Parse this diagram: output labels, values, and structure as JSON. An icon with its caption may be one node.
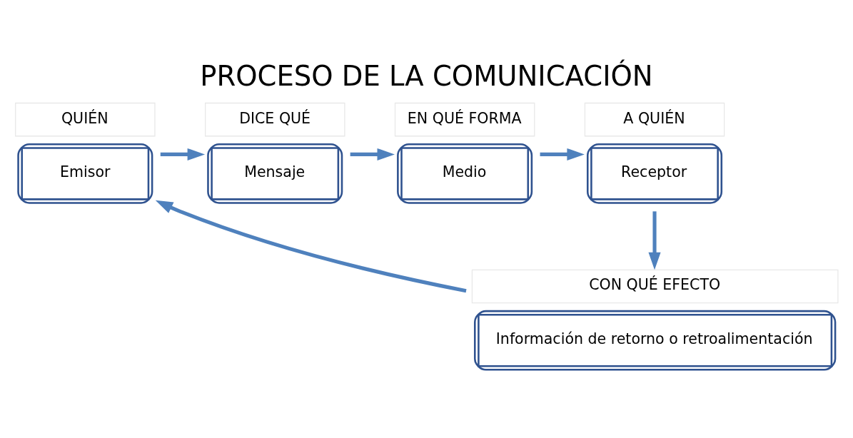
{
  "diagram": {
    "title": "PROCESO DE LA COMUNICACIÓN",
    "nodes": [
      {
        "text": [
          "Emisor"
        ],
        "beside": [
          "QUIÉN"
        ]
      },
      {
        "text": [
          "Mensaje"
        ],
        "beside": [
          "DICE QUÉ"
        ]
      },
      {
        "text": [
          "Medio"
        ],
        "beside": [
          "EN QUÉ FORMA"
        ]
      },
      {
        "text": [
          "Receptor"
        ],
        "beside": [
          "A QUIÉN"
        ]
      },
      {
        "text": [
          "Información de retorno o retroalimentación"
        ],
        "beside": [
          "CON QUÉ EFECTO"
        ]
      }
    ],
    "edges": [
      {
        "from": 0,
        "to": 1,
        "arrow": "to"
      },
      {
        "from": 1,
        "to": 2,
        "arrow": "to"
      },
      {
        "from": 2,
        "to": 3,
        "arrow": "to"
      },
      {
        "from": 3,
        "to": 4,
        "arrow": "to"
      },
      {
        "from": 4,
        "to": 0,
        "arrow": "to"
      }
    ]
  }
}
